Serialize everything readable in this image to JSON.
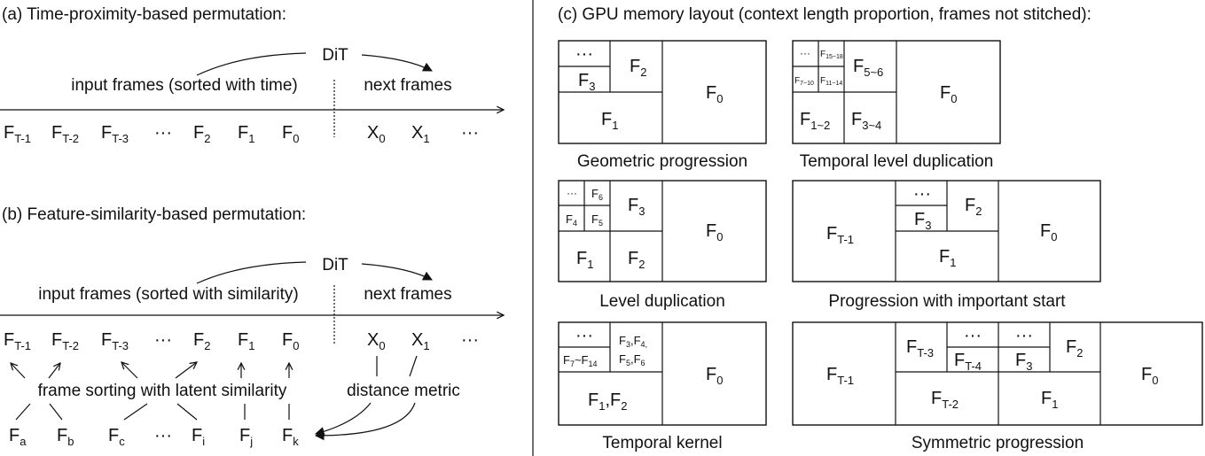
{
  "panel_a": {
    "title": "(a) Time-proximity-based permutation:",
    "dit": "DiT",
    "input_label": "input frames (sorted with time)",
    "next_label": "next frames",
    "frames": [
      {
        "b": "F",
        "s": "T-1"
      },
      {
        "b": "F",
        "s": "T-2"
      },
      {
        "b": "F",
        "s": "T-3"
      },
      {
        "b": "···",
        "s": ""
      },
      {
        "b": "F",
        "s": "2"
      },
      {
        "b": "F",
        "s": "1"
      },
      {
        "b": "F",
        "s": "0"
      }
    ],
    "next_frames": [
      {
        "b": "X",
        "s": "0"
      },
      {
        "b": "X",
        "s": "1"
      },
      {
        "b": "···",
        "s": ""
      }
    ]
  },
  "panel_b": {
    "title": "(b) Feature-similarity-based permutation:",
    "dit": "DiT",
    "input_label": "input frames (sorted with similarity)",
    "next_label": "next frames",
    "frames": [
      {
        "b": "F",
        "s": "T-1"
      },
      {
        "b": "F",
        "s": "T-2"
      },
      {
        "b": "F",
        "s": "T-3"
      },
      {
        "b": "···",
        "s": ""
      },
      {
        "b": "F",
        "s": "2"
      },
      {
        "b": "F",
        "s": "1"
      },
      {
        "b": "F",
        "s": "0"
      }
    ],
    "next_frames": [
      {
        "b": "X",
        "s": "0"
      },
      {
        "b": "X",
        "s": "1"
      },
      {
        "b": "···",
        "s": ""
      }
    ],
    "sorting_label": "frame sorting with latent similarity",
    "metric_label": "distance metric",
    "latent_frames": [
      {
        "b": "F",
        "s": "a"
      },
      {
        "b": "F",
        "s": "b"
      },
      {
        "b": "F",
        "s": "c"
      },
      {
        "b": "···",
        "s": ""
      },
      {
        "b": "F",
        "s": "i"
      },
      {
        "b": "F",
        "s": "j"
      },
      {
        "b": "F",
        "s": "k"
      }
    ]
  },
  "panel_c": {
    "title": "(c) GPU memory layout (context length proportion, frames not stitched):",
    "layouts": [
      {
        "caption": "Geometric progression",
        "labels": [
          "···",
          "F3",
          "F2",
          "F1",
          "F0"
        ]
      },
      {
        "caption": "Temporal level duplication",
        "labels": [
          "···",
          "F15~18",
          "F7~10",
          "F11~14",
          "F5~6",
          "F1~2",
          "F3~4",
          "F0"
        ]
      },
      {
        "caption": "Level duplication",
        "labels": [
          "···",
          "F6",
          "F4",
          "F5",
          "F3",
          "F1",
          "F2",
          "F0"
        ]
      },
      {
        "caption": "Progression with important start",
        "labels": [
          "FT-1",
          "···",
          "F3",
          "F2",
          "F1",
          "F0"
        ]
      },
      {
        "caption": "Temporal kernel",
        "labels": [
          "···",
          "F7~F14",
          "F3,F4,",
          "F5,F6",
          "F1,F2",
          "F0"
        ]
      },
      {
        "caption": "Symmetric progression",
        "labels": [
          "FT-1",
          "FT-3",
          "···",
          "FT-4",
          "···",
          "F3",
          "F2",
          "FT-2",
          "F1",
          "F0"
        ]
      }
    ]
  }
}
